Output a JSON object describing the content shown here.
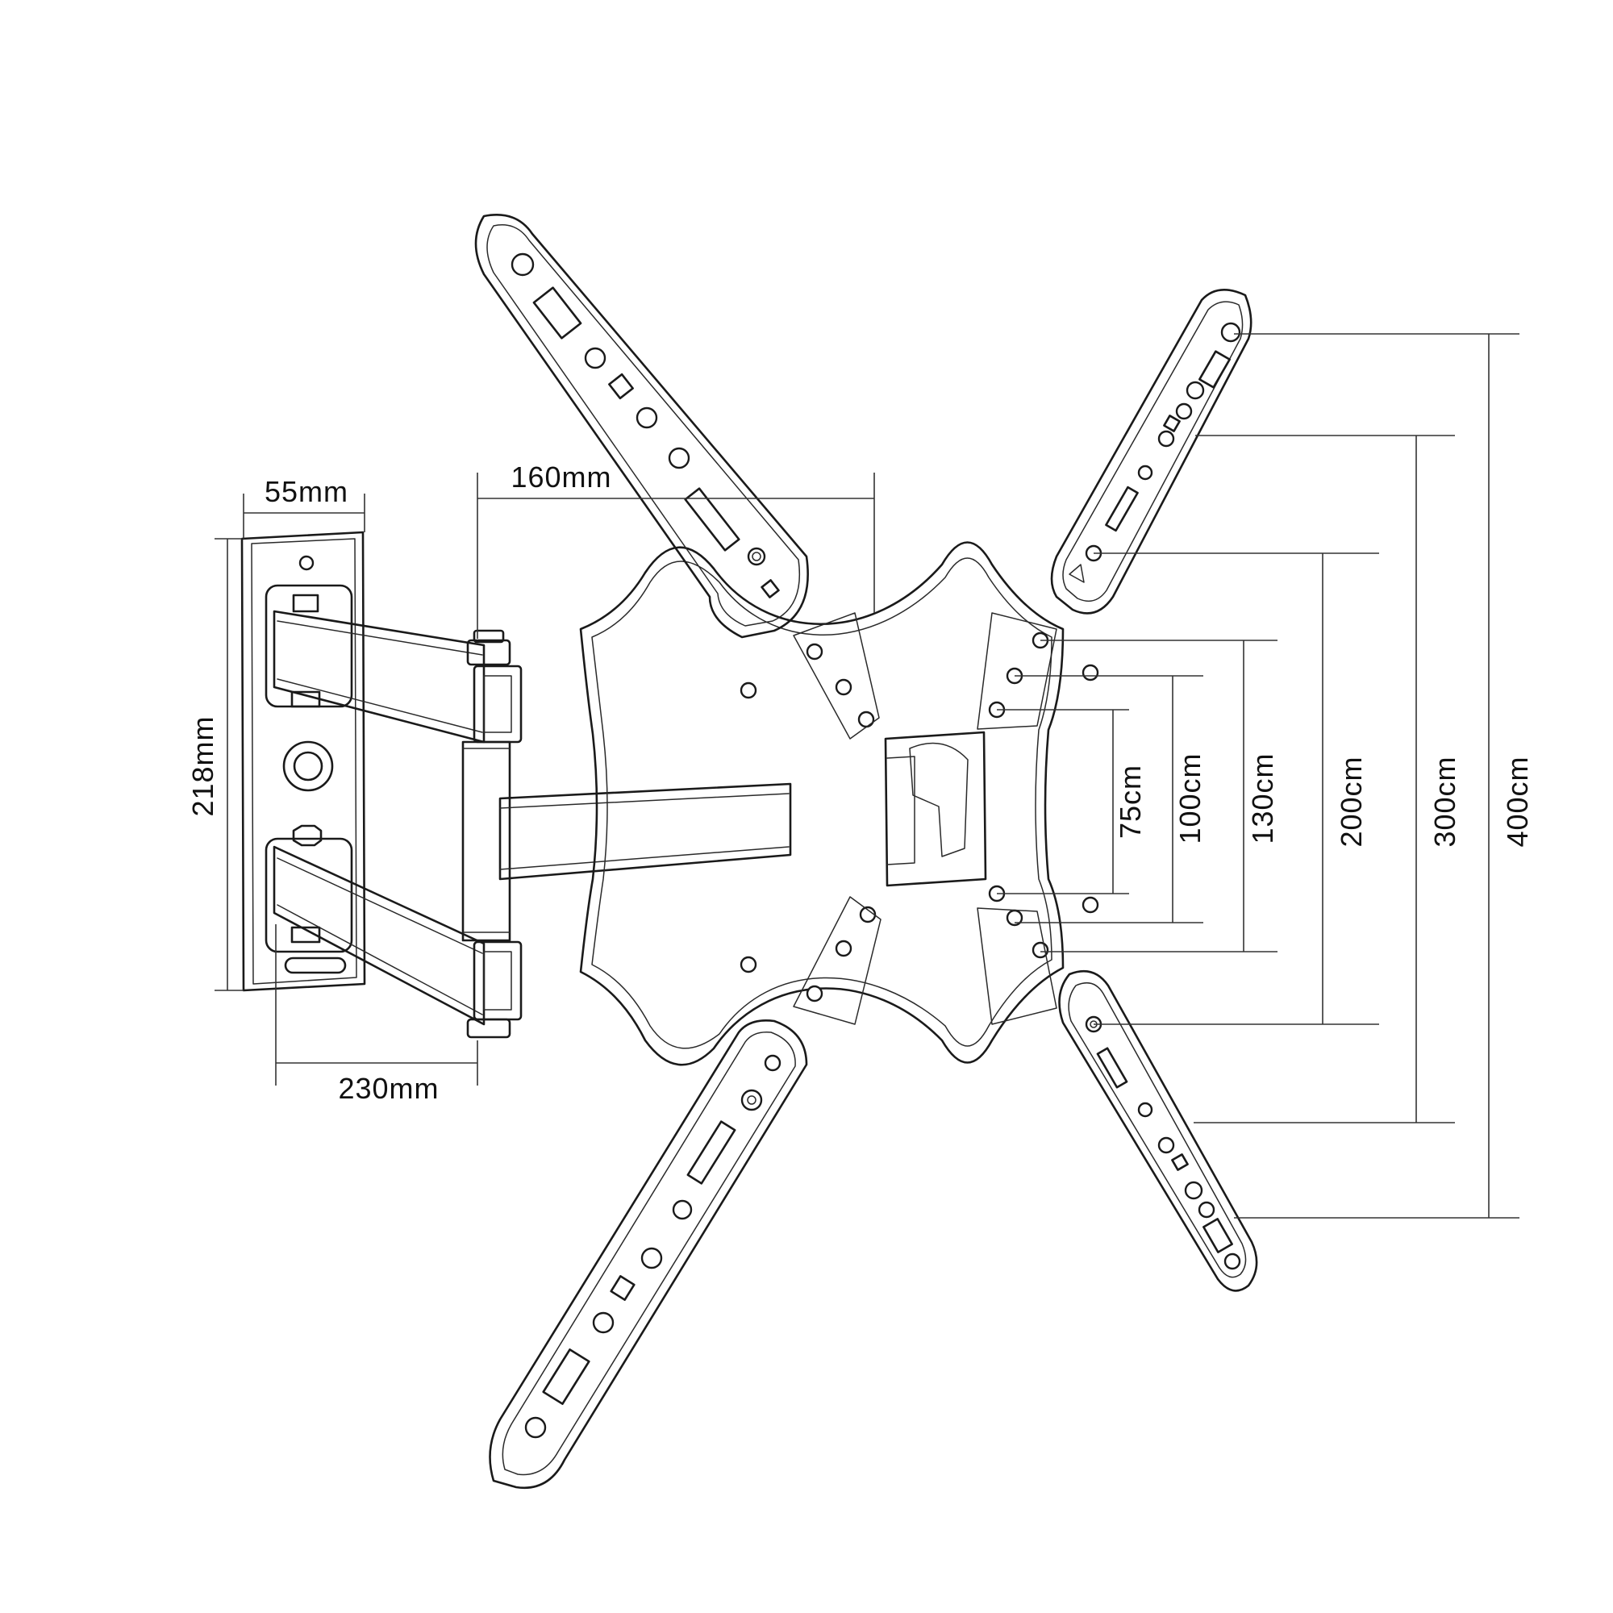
{
  "dimensions": {
    "plate_width": "55mm",
    "arm_offset": "160mm",
    "plate_height": "218mm",
    "arm_extension": "230mm",
    "vesa_75": "75cm",
    "vesa_100": "100cm",
    "vesa_130": "130cm",
    "vesa_200": "200cm",
    "vesa_300": "300cm",
    "vesa_400": "400cm"
  },
  "colors": {
    "line": "#1a1a1a",
    "background": "#ffffff"
  }
}
